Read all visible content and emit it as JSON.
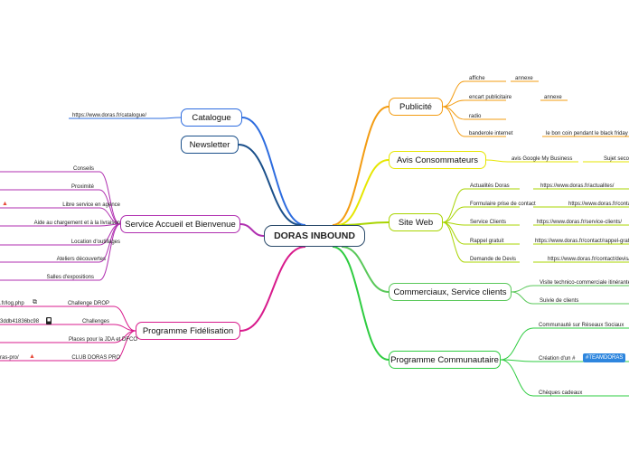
{
  "center": "DORAS INBOUND",
  "colors": {
    "center_border": "#2a4a6a",
    "publicite": "#f39c12",
    "avis": "#e6e600",
    "siteweb": "#a8d400",
    "commerciaux": "#5ac85a",
    "communautaire": "#2ecc40",
    "catalogue": "#2d6cdf",
    "newsletter": "#1a4f8a",
    "accueil": "#b02fb0",
    "fidelisation": "#d81b8c",
    "tag_bg": "#2e86de",
    "warn_icon": "#e74c3c"
  },
  "branches": {
    "publicite": {
      "label": "Publicité",
      "items": [
        "affiche",
        "encart publicitaire",
        "radio",
        "banderole internet"
      ],
      "subs": [
        "annexe",
        "annexe",
        "le bon coin pendant le black friday"
      ]
    },
    "avis": {
      "label": "Avis Consommateurs",
      "items": [
        "avis Google My Business"
      ],
      "subs": [
        "Sujet secondaire"
      ]
    },
    "siteweb": {
      "label": "Site Web",
      "items": [
        "Actualités Doras",
        "Formulaire prise de contact",
        "Service Clients",
        "Rappel gratuit",
        "Demande de Devis"
      ],
      "urls": [
        "https://www.doras.fr/actualites/",
        "https://www.doras.fr/contact/",
        "https://www.doras.fr/service-clients/",
        "https://www.doras.fr/contact/rappel-gratuit/",
        "https://www.doras.fr/contact/devis/"
      ]
    },
    "commerciaux": {
      "label": "Commerciaux, Service clients",
      "items": [
        "Visite technico-commerciale itinérante",
        "Suivie de clients"
      ]
    },
    "communautaire": {
      "label": "Programme Communautaire",
      "items": [
        "Communauté sur Réseaux Sociaux",
        "Création d'un #",
        "Chèques cadeaux"
      ],
      "tag": "#TEAMDORAS"
    },
    "catalogue": {
      "label": "Catalogue",
      "url": "https://www.doras.fr/catalogue/"
    },
    "newsletter": {
      "label": "Newsletter"
    },
    "accueil": {
      "label": "Service Accueil et Bienvenue",
      "items": [
        "Conseils",
        "Proximité",
        "Libre service en agence",
        "Aide au chargement et à la livraison",
        "Location d'outillages",
        "Ateliers découvertes",
        "Salles d'expositions"
      ]
    },
    "fidelisation": {
      "label": "Programme Fidélisation",
      "items": [
        "Challenge DROP",
        "Challenges",
        "Places pour la JDA et DFCO",
        "CLUB DORAS PRO"
      ],
      "links": [
        ".fr/log.php",
        "3ddb41836bc98",
        "",
        "ras-pro/"
      ]
    }
  }
}
